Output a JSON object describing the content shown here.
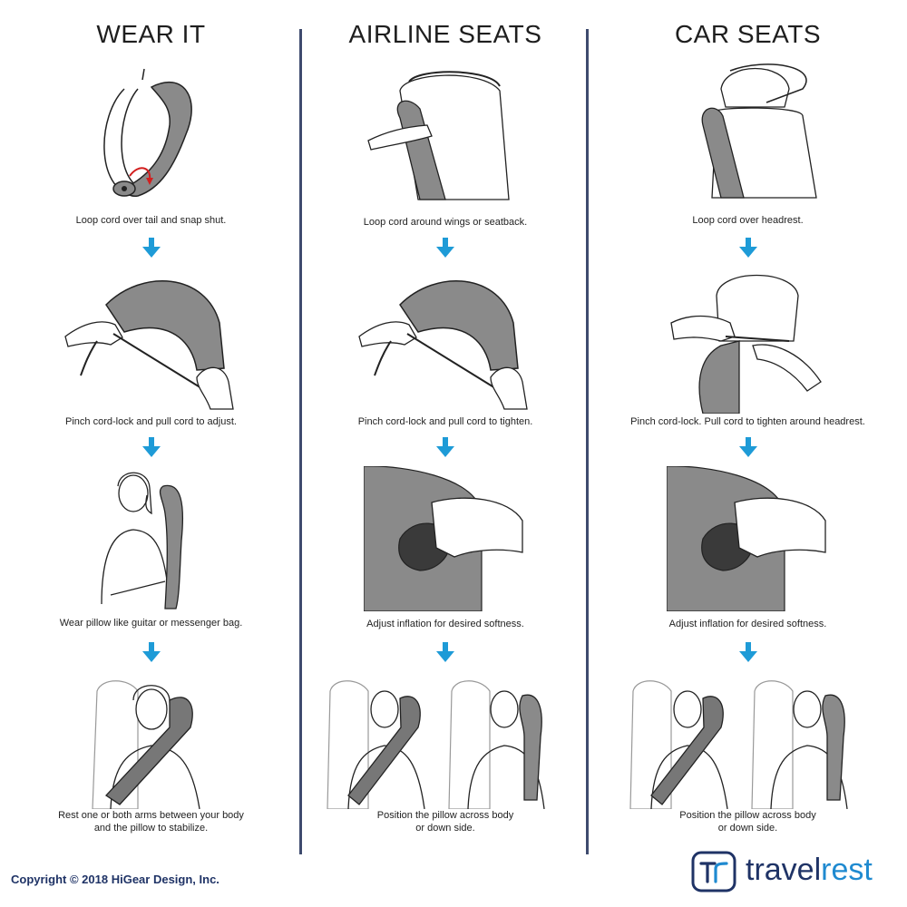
{
  "columns": [
    {
      "title": "WEAR IT",
      "steps": [
        {
          "caption": "Loop cord over tail and snap shut.",
          "illustration": "pillow-loop-icon"
        },
        {
          "caption": "Pinch cord-lock and pull cord to adjust.",
          "illustration": "pinch-cord-icon"
        },
        {
          "caption": "Wear pillow like guitar or messenger bag.",
          "illustration": "wear-pillow-icon"
        },
        {
          "caption": "Rest one or both arms between your body",
          "caption2": "and the pillow to stabilize.",
          "illustration": "resting-person-icon"
        }
      ]
    },
    {
      "title": "AIRLINE SEATS",
      "steps": [
        {
          "caption": "Loop cord around wings or seatback.",
          "illustration": "airline-seat-icon"
        },
        {
          "caption": "Pinch cord-lock and pull cord to tighten.",
          "illustration": "pinch-cord-icon"
        },
        {
          "caption": "Adjust inflation for desired softness.",
          "illustration": "inflation-valve-icon"
        },
        {
          "caption": "Position the pillow across body",
          "caption2": "or down side.",
          "illustration": "two-sleepers-icon"
        }
      ]
    },
    {
      "title": "CAR SEATS",
      "steps": [
        {
          "caption": "Loop cord over headrest.",
          "illustration": "car-seat-icon"
        },
        {
          "caption": "Pinch cord-lock. Pull cord to tighten around headrest.",
          "illustration": "headrest-cord-icon"
        },
        {
          "caption": "Adjust inflation for desired softness.",
          "illustration": "inflation-valve-icon"
        },
        {
          "caption": "Position the pillow across body",
          "caption2": "or down side.",
          "illustration": "two-sleepers-icon"
        }
      ]
    }
  ],
  "footer": {
    "copyright": "Copyright © 2018 HiGear Design, Inc.",
    "brand_part1": "travel",
    "brand_part2": "rest"
  },
  "colors": {
    "arrow": "#1e9bd7",
    "divider": "#3e4b6e",
    "pillow": "#8a8a8a",
    "brand_dark": "#1f3366",
    "brand_light": "#1f8ad0"
  }
}
